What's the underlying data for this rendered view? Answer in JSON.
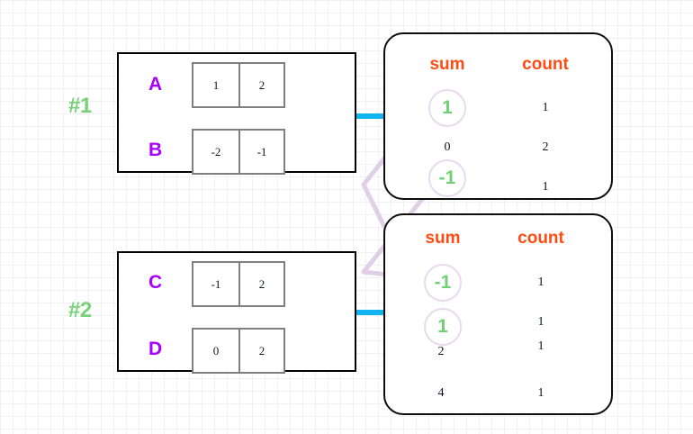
{
  "diagram": {
    "title": "sum-count aggregation diagram",
    "colors": {
      "group_label": "#77d177",
      "row_label": "#aa00ff",
      "column_header": "#ff4b14",
      "highlight_value": "#6fd172",
      "link_line": "#e1cfe8",
      "arrow": "#11b4ef",
      "box_border": "#000000",
      "cell_border": "#7f7f7f",
      "grid": "#e2e5e7"
    }
  },
  "groups": [
    {
      "label": "#1",
      "rows": [
        {
          "name": "A",
          "cells": [
            "1",
            "2"
          ]
        },
        {
          "name": "B",
          "cells": [
            "-2",
            "-1"
          ]
        }
      ]
    },
    {
      "label": "#2",
      "rows": [
        {
          "name": "C",
          "cells": [
            "-1",
            "2"
          ]
        },
        {
          "name": "D",
          "cells": [
            "0",
            "2"
          ]
        }
      ]
    }
  ],
  "tables": [
    {
      "name": "top-table",
      "headers": [
        "sum",
        "count"
      ],
      "rows": [
        {
          "sum": "1",
          "count": "1",
          "highlight": true
        },
        {
          "sum": "0",
          "count": "2",
          "highlight": false
        },
        {
          "sum": "-1",
          "count": "1",
          "highlight": true
        }
      ]
    },
    {
      "name": "bottom-table",
      "headers": [
        "sum",
        "count"
      ],
      "rows": [
        {
          "sum": "-1",
          "count": "1",
          "highlight": true
        },
        {
          "sum": "1",
          "count": "1",
          "highlight": true
        },
        {
          "sum": "2",
          "count": "1",
          "highlight": false
        },
        {
          "sum": "4",
          "count": "1",
          "highlight": false
        }
      ]
    }
  ],
  "arrows": [
    {
      "name": "arrow-group1-to-top-table"
    },
    {
      "name": "arrow-group2-to-bottom-table"
    }
  ],
  "links": [
    {
      "name": "link-top-1-to-bottom-1"
    },
    {
      "name": "link-top-minus1-to-bottom-minus1"
    }
  ]
}
